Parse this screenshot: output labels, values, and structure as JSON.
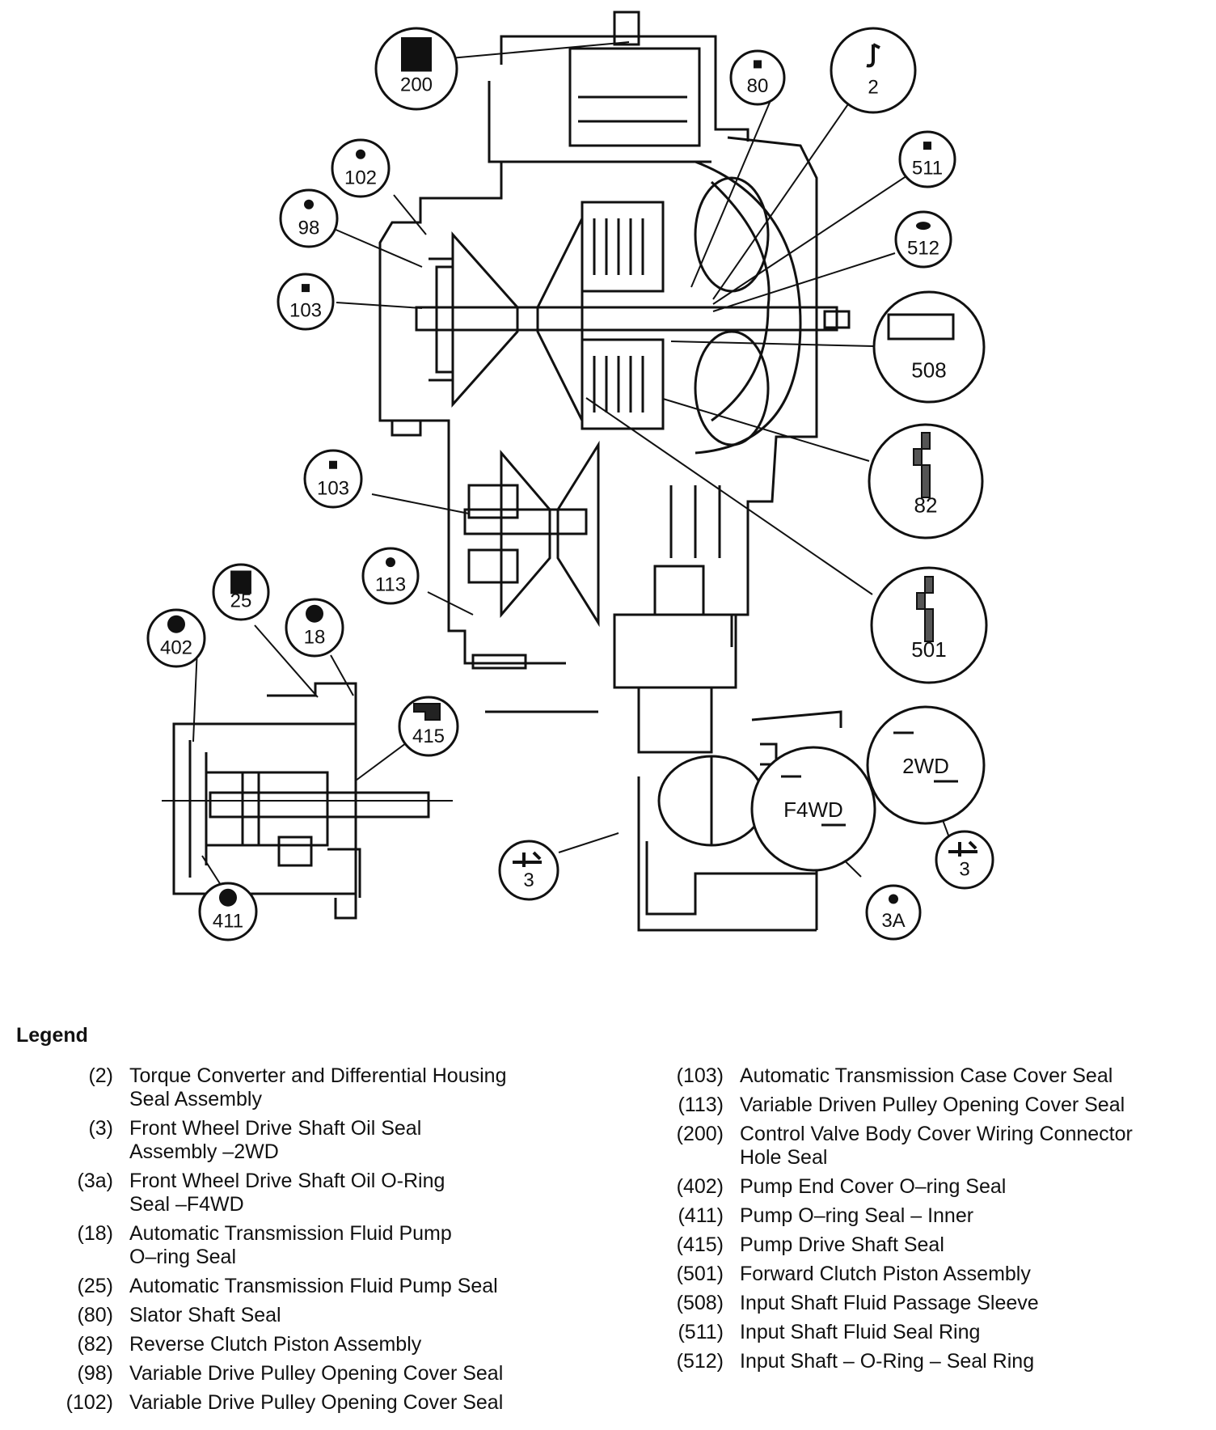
{
  "callouts": [
    {
      "id": "c-200",
      "label": "200",
      "icon": "square"
    },
    {
      "id": "c-80",
      "label": "80",
      "icon": "square-small"
    },
    {
      "id": "c-2",
      "label": "2",
      "icon": "hook"
    },
    {
      "id": "c-102",
      "label": "102",
      "icon": "dot"
    },
    {
      "id": "c-511",
      "label": "511",
      "icon": "square-small"
    },
    {
      "id": "c-98",
      "label": "98",
      "icon": "dot"
    },
    {
      "id": "c-512",
      "label": "512",
      "icon": "oval"
    },
    {
      "id": "c-103a",
      "label": "103",
      "icon": "square-small"
    },
    {
      "id": "c-508",
      "label": "508",
      "icon": "sleeve"
    },
    {
      "id": "c-82",
      "label": "82",
      "icon": "piston"
    },
    {
      "id": "c-103b",
      "label": "103",
      "icon": "square-small"
    },
    {
      "id": "c-113",
      "label": "113",
      "icon": "dot"
    },
    {
      "id": "c-25",
      "label": "25",
      "icon": "square"
    },
    {
      "id": "c-402",
      "label": "402",
      "icon": "dot-large"
    },
    {
      "id": "c-18",
      "label": "18",
      "icon": "dot-large"
    },
    {
      "id": "c-501",
      "label": "501",
      "icon": "piston"
    },
    {
      "id": "c-415",
      "label": "415",
      "icon": "seal"
    },
    {
      "id": "c-2wd",
      "label": "2WD",
      "icon": "detail"
    },
    {
      "id": "c-f4wd",
      "label": "F4WD",
      "icon": "detail"
    },
    {
      "id": "c-3a",
      "label": "3",
      "icon": "seal-lip"
    },
    {
      "id": "c-3b",
      "label": "3",
      "icon": "seal-lip"
    },
    {
      "id": "c-3A",
      "label": "3A",
      "icon": "dot"
    },
    {
      "id": "c-411",
      "label": "411",
      "icon": "dot-large"
    }
  ],
  "legend": {
    "title": "Legend",
    "left": [
      {
        "code": "(2)",
        "desc": "Torque Converter and Differential Housing\nSeal Assembly"
      },
      {
        "code": "(3)",
        "desc": "Front Wheel Drive Shaft Oil Seal\nAssembly –2WD"
      },
      {
        "code": "(3a)",
        "desc": "Front Wheel Drive Shaft Oil O-Ring\nSeal –F4WD"
      },
      {
        "code": "(18)",
        "desc": "Automatic Transmission Fluid Pump\nO–ring Seal"
      },
      {
        "code": "(25)",
        "desc": "Automatic Transmission Fluid Pump Seal"
      },
      {
        "code": "(80)",
        "desc": "Slator Shaft Seal"
      },
      {
        "code": "(82)",
        "desc": "Reverse Clutch Piston Assembly"
      },
      {
        "code": "(98)",
        "desc": "Variable Drive Pulley Opening Cover Seal"
      },
      {
        "code": "(102)",
        "desc": "Variable Drive Pulley Opening Cover Seal"
      }
    ],
    "right": [
      {
        "code": "(103)",
        "desc": "Automatic Transmission Case Cover Seal"
      },
      {
        "code": "(113)",
        "desc": "Variable Driven Pulley Opening Cover Seal"
      },
      {
        "code": "(200)",
        "desc": "Control Valve Body Cover Wiring Connector\nHole Seal"
      },
      {
        "code": "(402)",
        "desc": "Pump End Cover O–ring Seal"
      },
      {
        "code": "(411)",
        "desc": "Pump O–ring Seal – Inner"
      },
      {
        "code": "(415)",
        "desc": "Pump Drive Shaft Seal"
      },
      {
        "code": "(501)",
        "desc": "Forward Clutch Piston Assembly"
      },
      {
        "code": "(508)",
        "desc": "Input Shaft Fluid Passage Sleeve"
      },
      {
        "code": "(511)",
        "desc": "Input Shaft Fluid Seal Ring"
      },
      {
        "code": "(512)",
        "desc": "Input Shaft – O-Ring – Seal Ring"
      }
    ]
  }
}
